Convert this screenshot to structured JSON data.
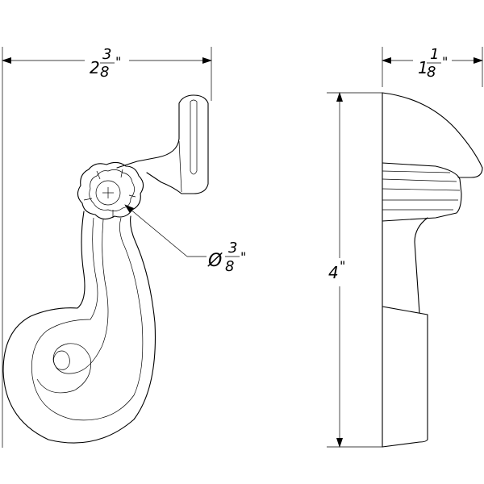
{
  "dimensions": {
    "width": {
      "whole": "2",
      "num": "3",
      "den": "8",
      "unit": "\""
    },
    "depth": {
      "whole": "1",
      "num": "1",
      "den": "8",
      "unit": "\""
    },
    "height": {
      "value": "4",
      "unit": "\""
    },
    "diameter": {
      "symbol": "Ø",
      "num": "3",
      "den": "8",
      "unit": "\""
    }
  }
}
